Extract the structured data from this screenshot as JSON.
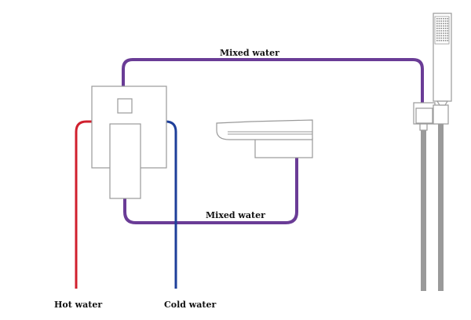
{
  "diagram": {
    "type": "plumbing-schematic",
    "colors": {
      "hot": "#d0202e",
      "cold": "#1e3f9a",
      "mixed": "#6a3c96",
      "outline": "#9a9a9a",
      "hose": "#8f8f8f"
    },
    "labels": {
      "top_pipe": "Mixed water",
      "bottom_pipe": "Mixed water",
      "hot": "Hot water",
      "cold": "Cold water"
    },
    "components": [
      "mixer-valve",
      "waterfall-spout",
      "hand-shower",
      "wall-bracket",
      "shower-hose"
    ]
  }
}
